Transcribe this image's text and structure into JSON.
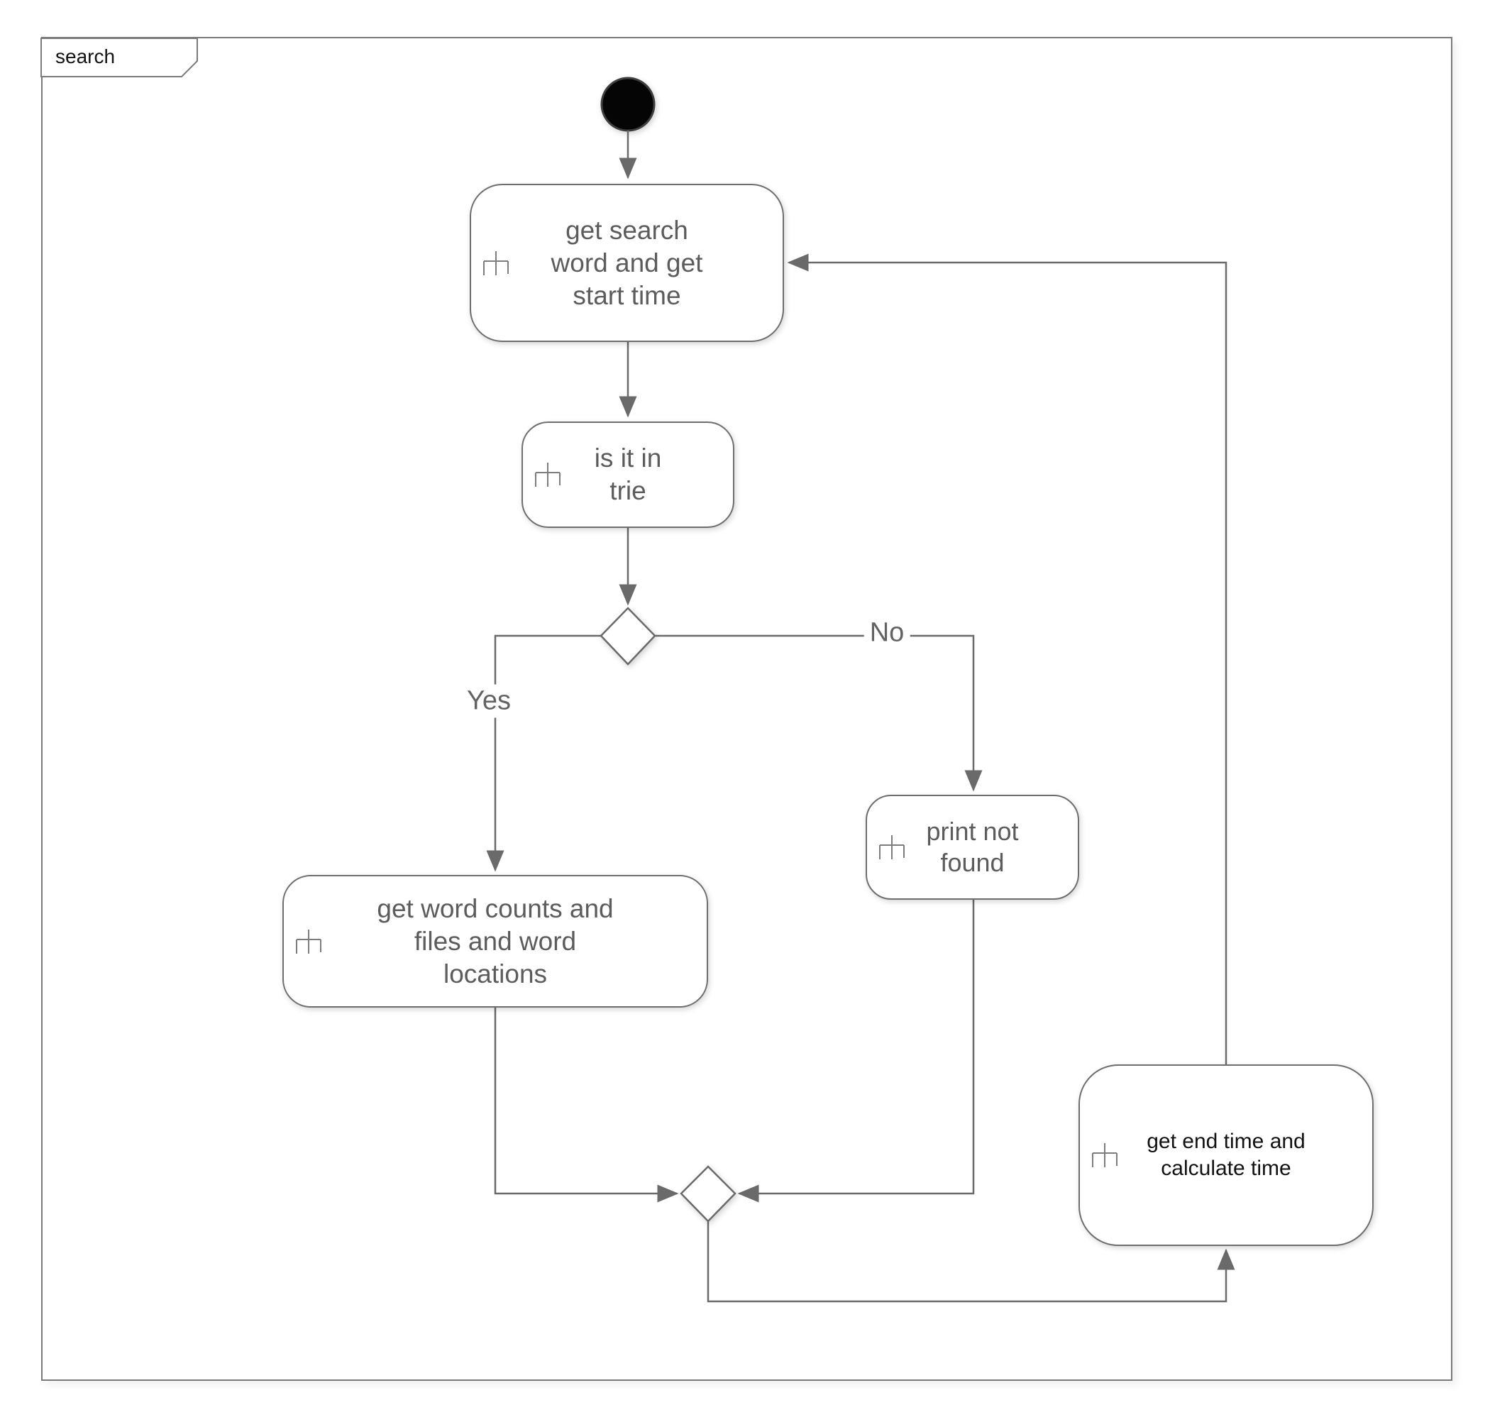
{
  "frame": {
    "label": "search"
  },
  "nodes": {
    "start": {
      "type": "initial-node"
    },
    "get_search_word": {
      "label": "get search word and get start time"
    },
    "is_it_in_trie": {
      "label": "is it in trie"
    },
    "get_word_counts": {
      "label": "get word counts and files and word locations"
    },
    "print_not_found": {
      "label": "print not found"
    },
    "get_end_time": {
      "label": "get end time and calculate time"
    }
  },
  "edge_labels": {
    "yes": "Yes",
    "no": "No"
  },
  "edges": [
    {
      "from": "start",
      "to": "get_search_word"
    },
    {
      "from": "get_search_word",
      "to": "is_it_in_trie"
    },
    {
      "from": "is_it_in_trie",
      "to": "decision"
    },
    {
      "from": "decision",
      "to": "get_word_counts",
      "label": "Yes"
    },
    {
      "from": "decision",
      "to": "print_not_found",
      "label": "No"
    },
    {
      "from": "get_word_counts",
      "to": "merge"
    },
    {
      "from": "print_not_found",
      "to": "merge"
    },
    {
      "from": "merge",
      "to": "get_end_time"
    },
    {
      "from": "get_end_time",
      "to": "get_search_word"
    }
  ],
  "icons": {
    "node_decorator": "rake-icon"
  },
  "colors": {
    "edge": "#6a6a6a",
    "node_border": "#6e6e6e",
    "node_fill": "#ffffff",
    "node_text": "#5c5c5c",
    "emphasis_text": "#121212",
    "frame_border": "#7a7a7a",
    "initial_node": "#000000"
  }
}
